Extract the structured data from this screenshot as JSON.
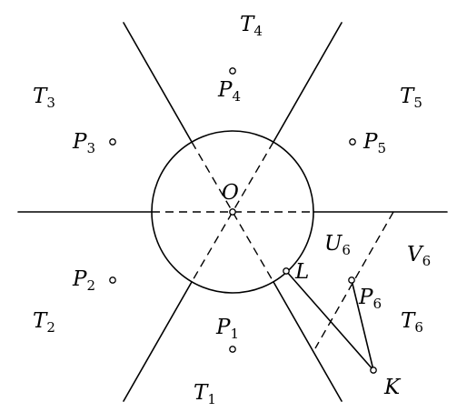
{
  "labels": {
    "T1": {
      "main": "T",
      "sub": "1"
    },
    "T2": {
      "main": "T",
      "sub": "2"
    },
    "T3": {
      "main": "T",
      "sub": "3"
    },
    "T4": {
      "main": "T",
      "sub": "4"
    },
    "T5": {
      "main": "T",
      "sub": "5"
    },
    "T6": {
      "main": "T",
      "sub": "6"
    },
    "P1": {
      "main": "P",
      "sub": "1"
    },
    "P2": {
      "main": "P",
      "sub": "2"
    },
    "P3": {
      "main": "P",
      "sub": "3"
    },
    "P4": {
      "main": "P",
      "sub": "4"
    },
    "P5": {
      "main": "P",
      "sub": "5"
    },
    "P6": {
      "main": "P",
      "sub": "6"
    },
    "U6": {
      "main": "U",
      "sub": "6"
    },
    "V6": {
      "main": "V",
      "sub": "6"
    },
    "O": "O",
    "L": "L",
    "K": "K"
  }
}
